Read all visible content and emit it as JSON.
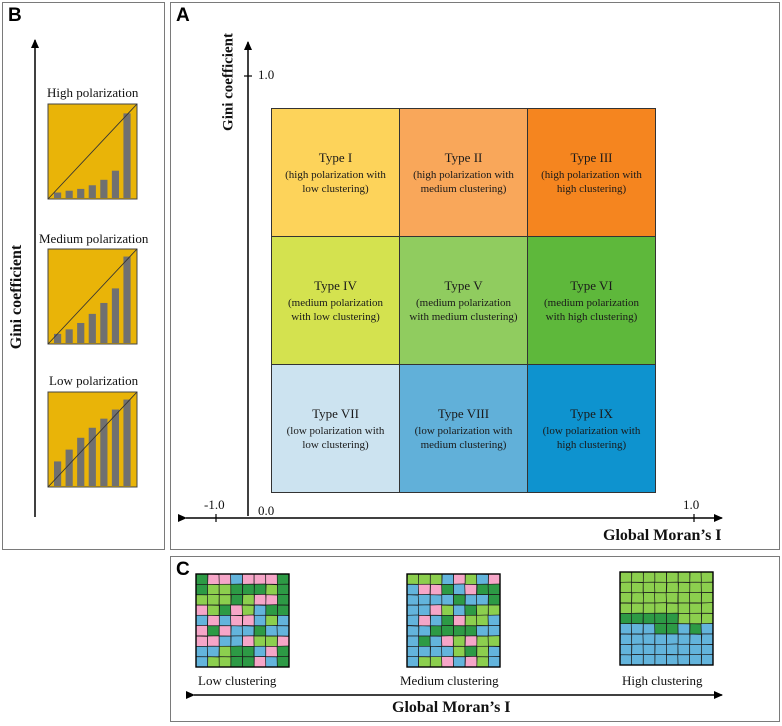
{
  "panel_a": {
    "letter": "A",
    "y_axis_label": "Gini coefficient",
    "x_axis_label": "Global Moran’s I",
    "y_tick_top": "1.0",
    "x_tick_left": "-1.0",
    "x_tick_right": "1.0",
    "origin_label": "0.0",
    "cells": [
      {
        "title": "Type I",
        "desc": "(high polarization with low clustering)",
        "color": "#fdd35a"
      },
      {
        "title": "Type II",
        "desc": "(high polarization with medium clustering)",
        "color": "#f9a75a"
      },
      {
        "title": "Type III",
        "desc": "(high polarization with high clustering)",
        "color": "#f5851f"
      },
      {
        "title": "Type IV",
        "desc": "(medium polarization with low clustering)",
        "color": "#d4e24f"
      },
      {
        "title": "Type V",
        "desc": "(medium polarization with medium clustering)",
        "color": "#90cc5f"
      },
      {
        "title": "Type VI",
        "desc": "(medium polarization with high clustering)",
        "color": "#5eb83b"
      },
      {
        "title": "Type VII",
        "desc": "(low polarization with low clustering)",
        "color": "#cce3f0"
      },
      {
        "title": "Type VIII",
        "desc": "(low polarization with medium clustering)",
        "color": "#61b0d9"
      },
      {
        "title": "Type IX",
        "desc": "(low polarization with high clustering)",
        "color": "#0e93cf"
      }
    ]
  },
  "panel_b": {
    "letter": "B",
    "axis_label": "Gini coefficient",
    "items": [
      {
        "label": "High polarization",
        "bars": [
          0.06,
          0.08,
          0.1,
          0.14,
          0.2,
          0.3,
          0.93
        ]
      },
      {
        "label": "Medium polarization",
        "bars": [
          0.1,
          0.15,
          0.22,
          0.32,
          0.44,
          0.6,
          0.95
        ]
      },
      {
        "label": "Low polarization",
        "bars": [
          0.27,
          0.4,
          0.53,
          0.64,
          0.74,
          0.84,
          0.95
        ]
      }
    ],
    "box_color": "#e9b408",
    "bar_color": "#707070"
  },
  "panel_c": {
    "letter": "C",
    "axis_label": "Global Moran’s I",
    "items": [
      {
        "label": "Low clustering"
      },
      {
        "label": "Medium clustering"
      },
      {
        "label": "High clustering"
      }
    ],
    "map_colors": [
      "#2d9a45",
      "#8ccf4e",
      "#f6a6c8",
      "#63b4dc"
    ]
  }
}
